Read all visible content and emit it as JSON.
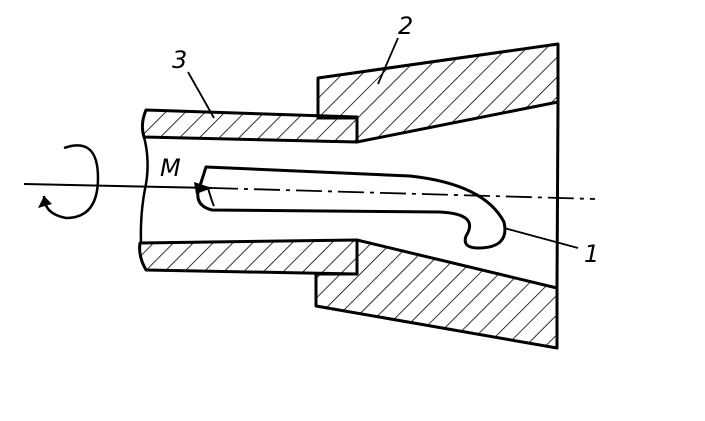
{
  "labels": {
    "part_1": "1",
    "part_2": "2",
    "part_3": "3",
    "point_m": "M"
  },
  "colors": {
    "ink": "#000000",
    "background": "#ffffff"
  }
}
